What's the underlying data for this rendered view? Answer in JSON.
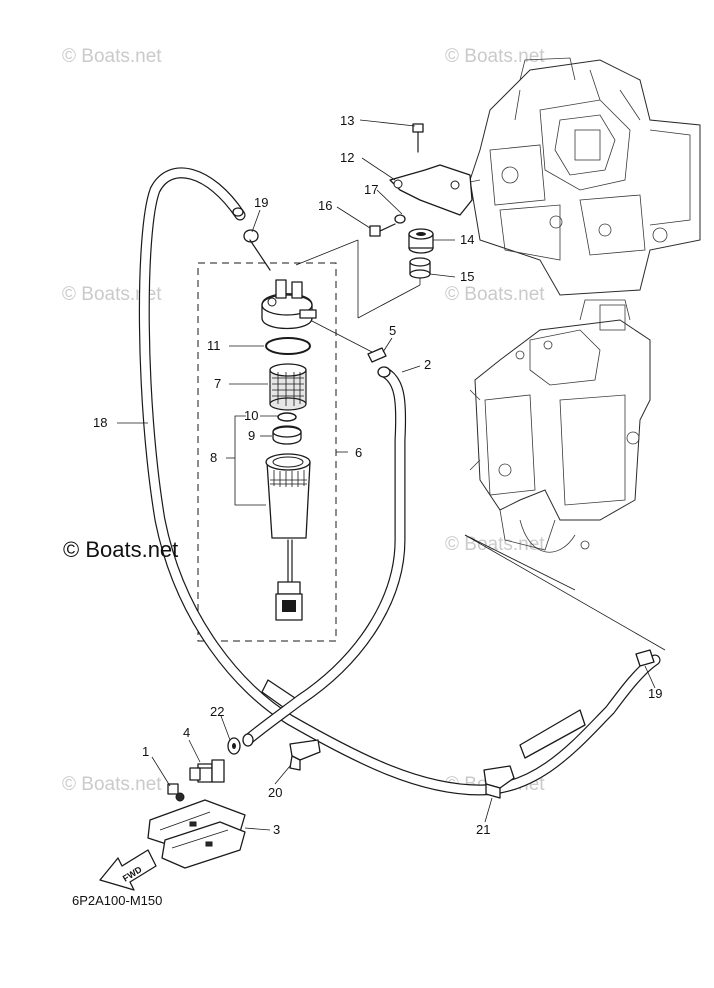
{
  "diagram": {
    "code": "6P2A100-M150",
    "copyright": "© Boats.net",
    "watermark": "© Boats.net",
    "direction_label": "FWD"
  },
  "callouts": {
    "p1": "1",
    "p2": "2",
    "p3": "3",
    "p4": "4",
    "p5": "5",
    "p6": "6",
    "p7": "7",
    "p8": "8",
    "p9": "9",
    "p10": "10",
    "p11": "11",
    "p12": "12",
    "p13": "13",
    "p14": "14",
    "p15": "15",
    "p16": "16",
    "p17": "17",
    "p18": "18",
    "p19a": "19",
    "p19b": "19",
    "p20": "20",
    "p21": "21",
    "p22": "22"
  }
}
